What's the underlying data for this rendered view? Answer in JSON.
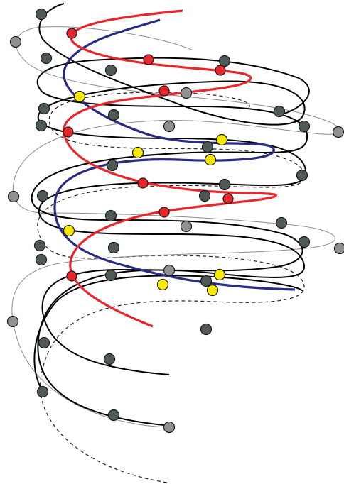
{
  "diagram": {
    "colors": {
      "background": "#ffffff",
      "helix_black": "#000000",
      "helix_thin": "#8c8c8c",
      "helix_dashed": "#222222",
      "strand_red": "#e8262b",
      "strand_blue": "#2b2b86",
      "node_gray_dark": "#4f5a56",
      "node_gray_light": "#8e9190",
      "node_red": "#e8262b",
      "node_yellow": "#f7ea00",
      "node_outline": "#1a1a1a"
    },
    "curve_groups": [
      "thick-black-helix",
      "thin-gray-helix",
      "dashed-helix",
      "red-strand",
      "blue-strand"
    ],
    "node_groups": [
      "gray-nodes",
      "red-nodes",
      "yellow-nodes"
    ]
  }
}
